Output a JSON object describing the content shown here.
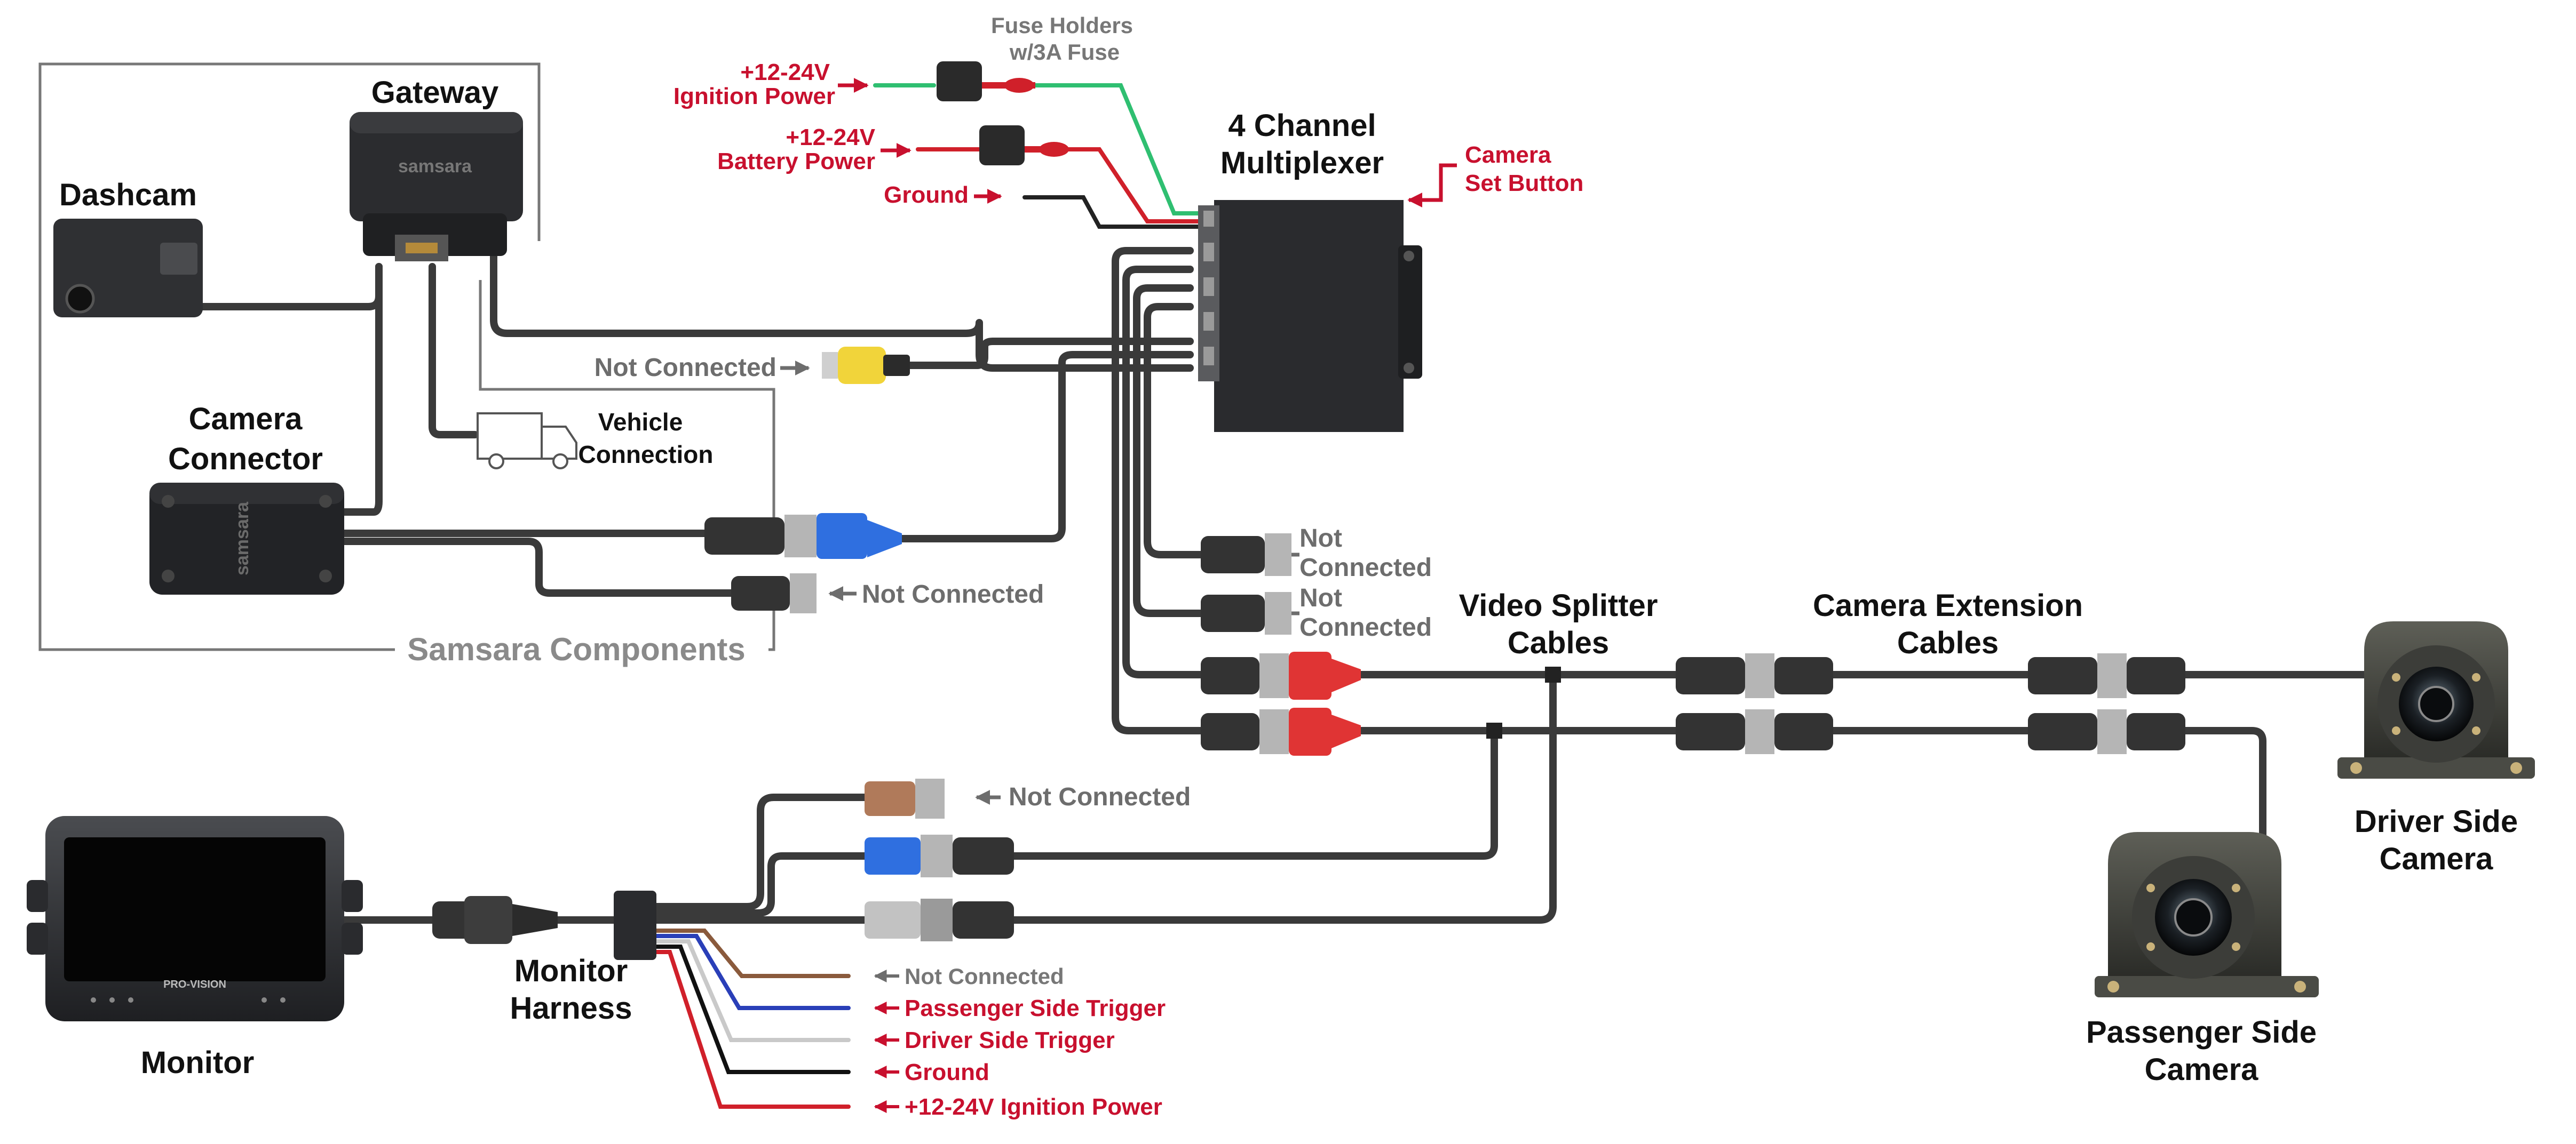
{
  "colors": {
    "label_black": "#111111",
    "label_gray": "#6d6d6d",
    "label_red": "#c8102e",
    "cable": "#3a3a3a",
    "wire_green": "#2fbf71",
    "wire_red": "#d0202a",
    "connector_blue": "#2f6fe0",
    "connector_red": "#e03434",
    "connector_yellow": "#f1d43a",
    "connector_brown": "#b07a5a",
    "connector_silver": "#b5b5b5"
  },
  "labels": {
    "gateway": "Gateway",
    "gateway_brand": "samsara",
    "dashcam": "Dashcam",
    "camera_connector_line1": "Camera",
    "camera_connector_line2": "Connector",
    "camera_connector_brand": "samsara",
    "vehicle_connection_line1": "Vehicle",
    "vehicle_connection_line2": "Connection",
    "samsara_components": "Samsara Components",
    "fuse_holders_line1": "Fuse Holders",
    "fuse_holders_line2": "w/3A Fuse",
    "ignition_power_top_line1": "+12-24V",
    "ignition_power_top_line2": "Ignition Power",
    "battery_power_line1": "+12-24V",
    "battery_power_line2": "Battery Power",
    "ground_top": "Ground",
    "multiplexer_line1": "4 Channel",
    "multiplexer_line2": "Multiplexer",
    "camera_set_button_line1": "Camera",
    "camera_set_button_line2": "Set Button",
    "not_connected_rca": "Not Connected",
    "not_connected_cc": "Not Connected",
    "not_connected_mux1_line1": "Not",
    "not_connected_mux1_line2": "Connected",
    "not_connected_mux2_line1": "Not",
    "not_connected_mux2_line2": "Connected",
    "video_splitter_line1": "Video Splitter",
    "video_splitter_line2": "Cables",
    "camera_extension_line1": "Camera Extension",
    "camera_extension_line2": "Cables",
    "driver_camera_line1": "Driver Side",
    "driver_camera_line2": "Camera",
    "passenger_camera_line1": "Passenger Side",
    "passenger_camera_line2": "Camera",
    "not_connected_harness": "Not Connected",
    "monitor": "Monitor",
    "monitor_brand": "PRO-VISION",
    "monitor_harness_line1": "Monitor",
    "monitor_harness_line2": "Harness",
    "wire_not_connected": "Not Connected",
    "wire_passenger_trigger": "Passenger Side Trigger",
    "wire_driver_trigger": "Driver Side Trigger",
    "wire_ground": "Ground",
    "wire_ignition": "+12-24V Ignition Power"
  }
}
